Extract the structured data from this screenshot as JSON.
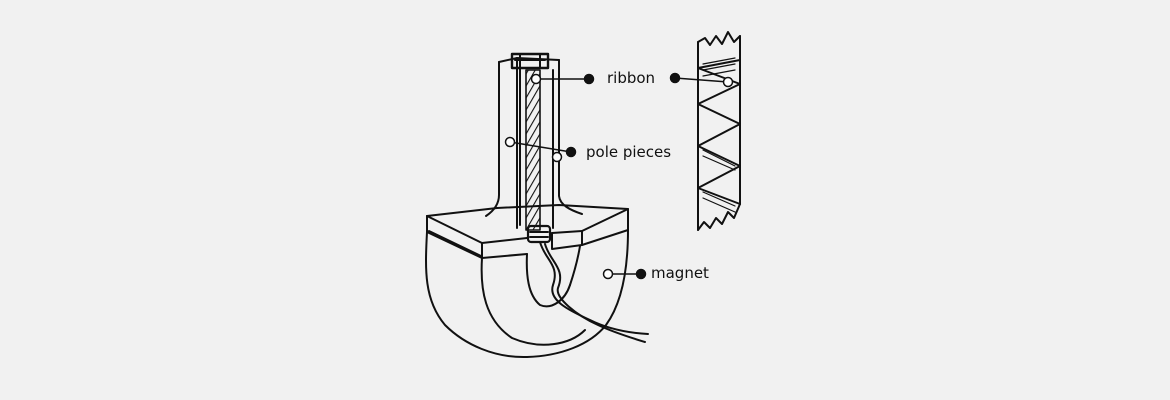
{
  "labels": {
    "ribbon": "ribbon",
    "pole_pieces": "pole pieces",
    "magnet": "magnet"
  },
  "colors": {
    "background": "#f1f1f1",
    "ink": "#111111"
  }
}
